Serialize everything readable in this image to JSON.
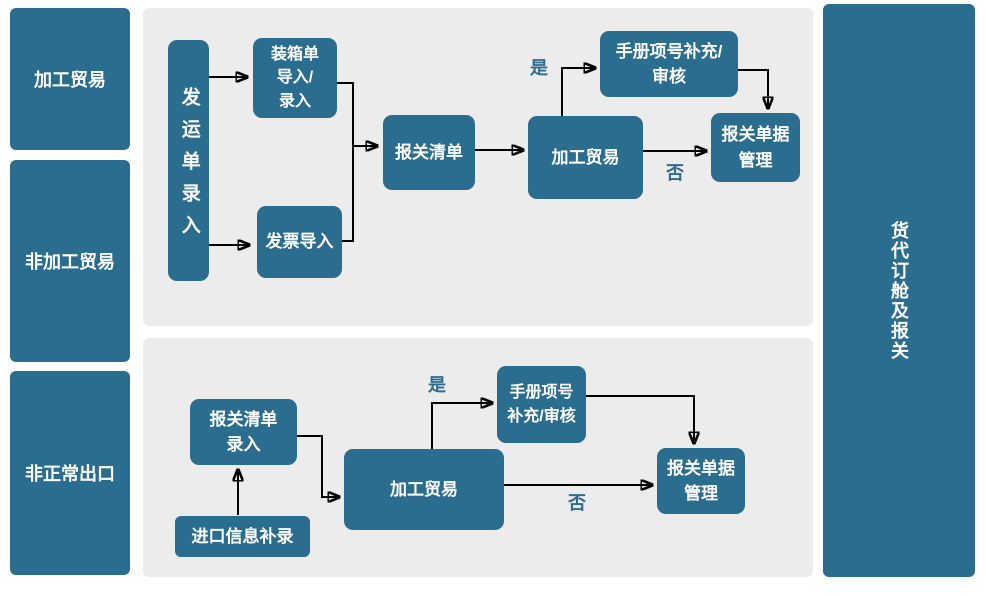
{
  "colors": {
    "node_fill": "#2B6D8E",
    "panel_bg": "#ECECEC",
    "page_bg": "#FFFFFF",
    "node_text": "#FFFFFF",
    "decision_label": "#2F6A8F",
    "arrow": "#000000"
  },
  "left_column": {
    "items": [
      {
        "label": "加工贸易"
      },
      {
        "label": "非加工贸易"
      },
      {
        "label": "非正常出口"
      }
    ]
  },
  "right_column": {
    "label": "货代订舱及报关"
  },
  "top_flow": {
    "shipping_note_entry": "发运单录入",
    "packing_list_import": "装箱单\n导入/\n录入",
    "invoice_import": "发票导入",
    "customs_list": "报关清单",
    "processing_trade": "加工贸易",
    "manual_item_supplement_audit": "手册项号补充/\n审核",
    "customs_doc_management": "报关单据\n管理",
    "yes_label": "是",
    "no_label": "否"
  },
  "bottom_flow": {
    "customs_list_entry": "报关清单\n录入",
    "import_info_supplement": "进口信息补录",
    "processing_trade": "加工贸易",
    "manual_item_supplement_audit": "手册项号\n补充/审核",
    "customs_doc_management": "报关单据\n管理",
    "yes_label": "是",
    "no_label": "否"
  }
}
